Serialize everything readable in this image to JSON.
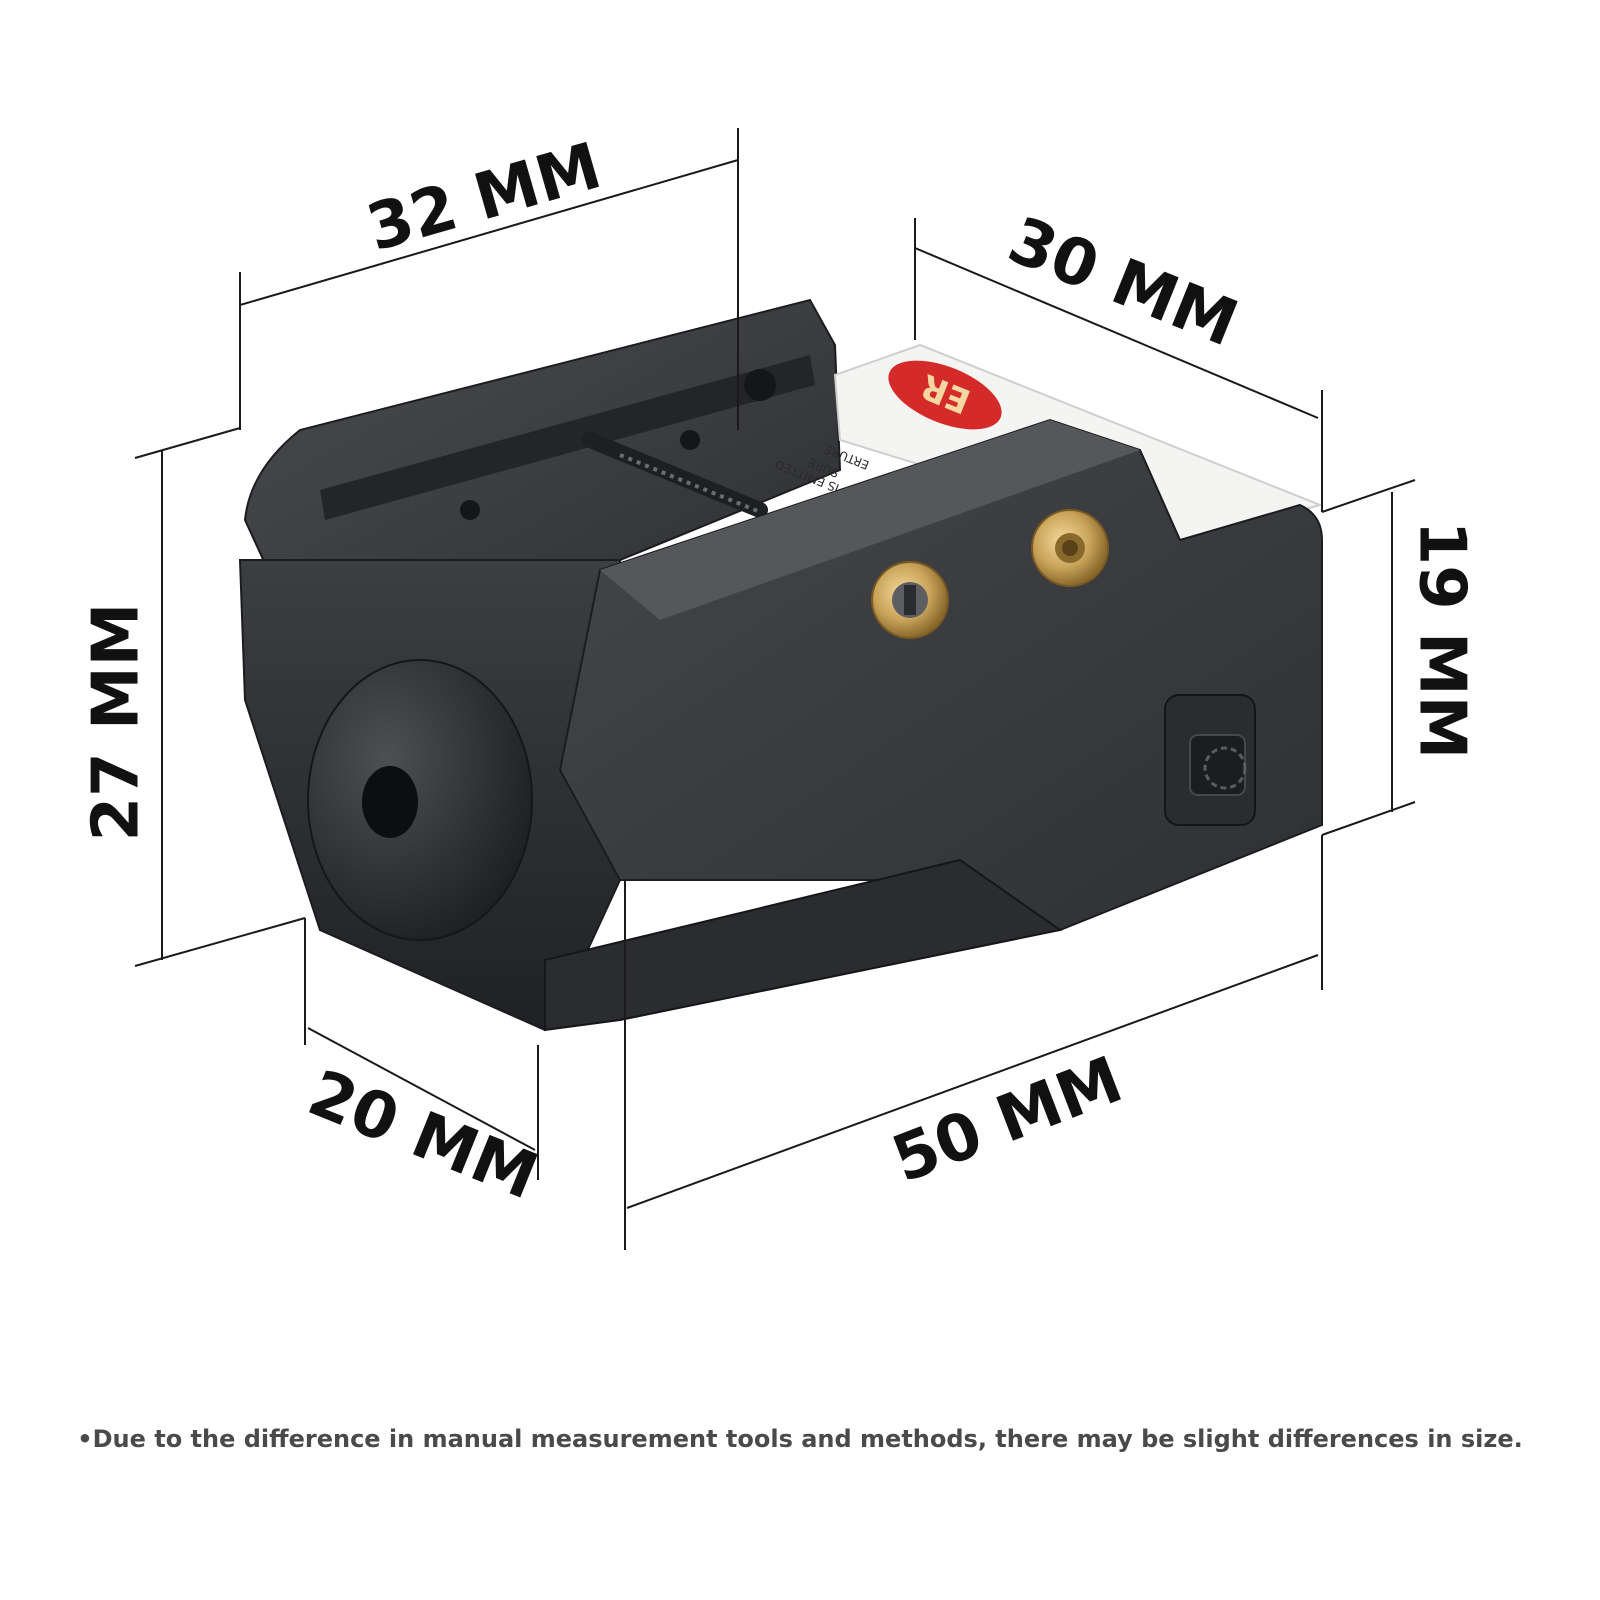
{
  "dimensions": {
    "top_width": "32 MM",
    "top_depth": "30 MM",
    "total_height": "27 MM",
    "body_height": "19 MM",
    "front_width": "20 MM",
    "length": "50 MM"
  },
  "product": {
    "label_text": "ER",
    "warning_lines": [
      "SURE",
      "IS EMITTED",
      "ERTURE"
    ]
  },
  "footnote": "•Due to the difference in manual measurement tools and methods, there may be slight differences in size.",
  "colors": {
    "body": "#3a3c3f",
    "body_dark": "#24262a",
    "label_red": "#d42a2a",
    "brass": "#c9a45a",
    "background": "#ffffff"
  }
}
